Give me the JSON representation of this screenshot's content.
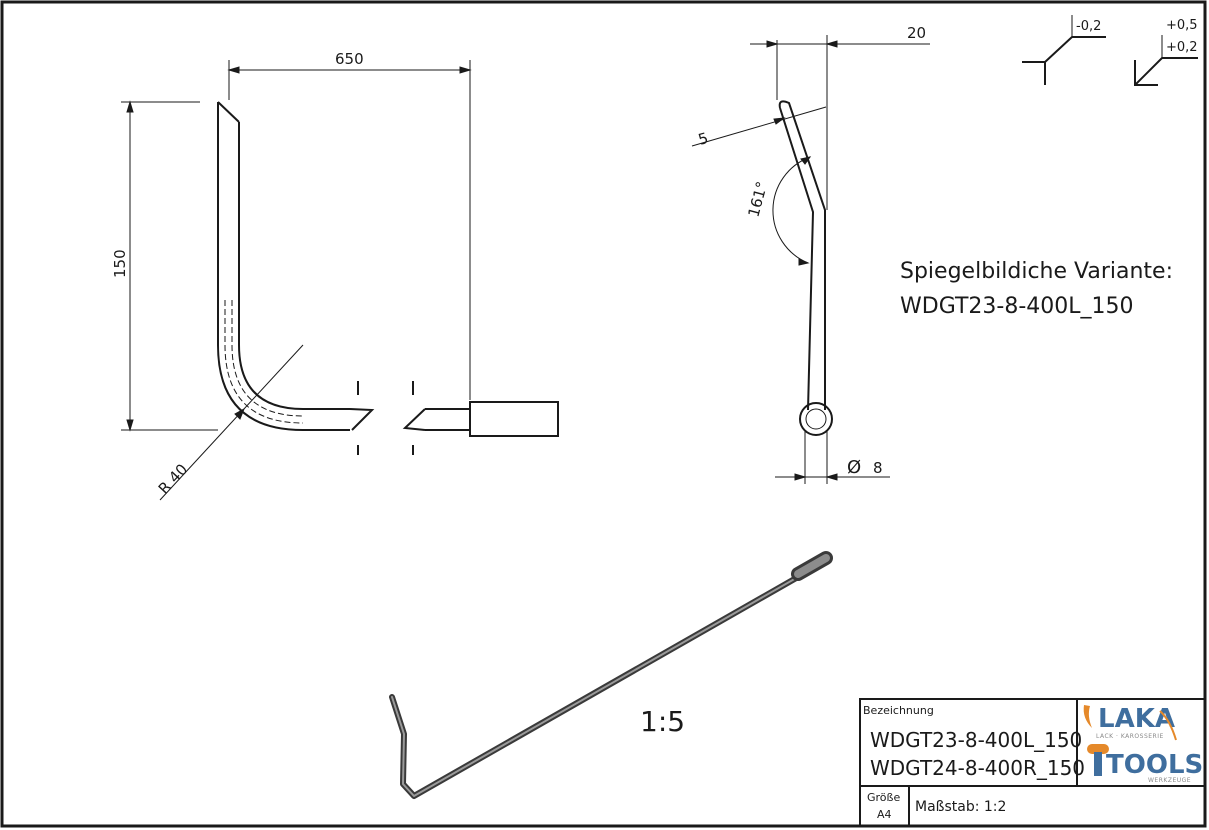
{
  "dimensions": {
    "length": "650",
    "height": "150",
    "radius": "R 40",
    "offset": "20",
    "tip": "5",
    "angle": "161°",
    "diameter_symbol": "Ø",
    "diameter_value": "8"
  },
  "tolerances": {
    "general_upper": "-0,2",
    "edge_upper": "+0,5",
    "edge_lower": "+0,2"
  },
  "note": {
    "line1": "Spiegelbildiche Variante:",
    "line2": "WDGT23-8-400L_150"
  },
  "iso_scale_label": "1:5",
  "title_block": {
    "designation_label": "Bezeichnung",
    "part_number_1": "WDGT23-8-400L_150",
    "part_number_2": "WDGT24-8-400R_150",
    "size_label": "Größe",
    "size_value": "A4",
    "scale_text": "Maßstab: 1:2",
    "logo_top": "LAKA",
    "logo_top_sub": "LACK · KAROSSERIE",
    "logo_bottom": "TOOLS",
    "logo_bottom_sub": "WERKZEUGE",
    "logo_colors": {
      "orange": "#e5892a",
      "blue": "#3f6e9e"
    }
  }
}
